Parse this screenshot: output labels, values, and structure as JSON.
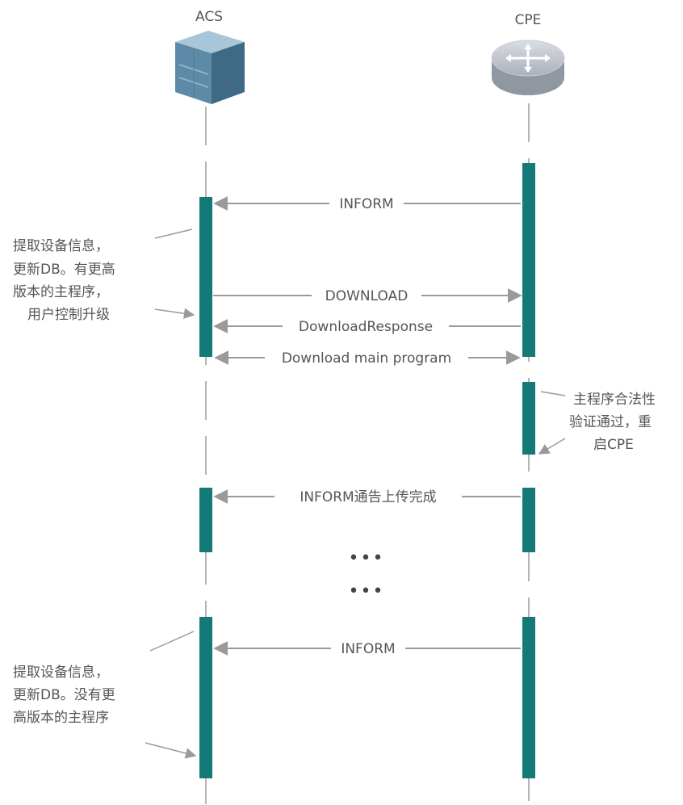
{
  "participants": {
    "acs": {
      "label": "ACS",
      "icon": "server-icon"
    },
    "cpe": {
      "label": "CPE",
      "icon": "router-icon"
    }
  },
  "messages": [
    {
      "label": "INFORM",
      "direction": "cpe-to-acs"
    },
    {
      "label": "DOWNLOAD",
      "direction": "acs-to-cpe"
    },
    {
      "label": "DownloadResponse",
      "direction": "cpe-to-acs"
    },
    {
      "label": "Download main program",
      "direction": "both"
    },
    {
      "label": "INFORM通告上传完成",
      "direction": "cpe-to-acs"
    },
    {
      "label": "INFORM",
      "direction": "cpe-to-acs"
    }
  ],
  "notes": {
    "acs_note_1": [
      "提取设备信息，",
      "更新DB。有更高",
      "版本的主程序，",
      "用户控制升级"
    ],
    "cpe_note": [
      "主程序合法性",
      "验证通过，重",
      "启CPE"
    ],
    "acs_note_2": [
      "提取设备信息，",
      "更新DB。没有更",
      "高版本的主程序"
    ]
  },
  "ellipsis": [
    "•••",
    "•••"
  ],
  "colors": {
    "activation": "#137a78",
    "arrow": "#9a9a9a",
    "lifeline": "#b5b5b5",
    "text": "#555555"
  }
}
